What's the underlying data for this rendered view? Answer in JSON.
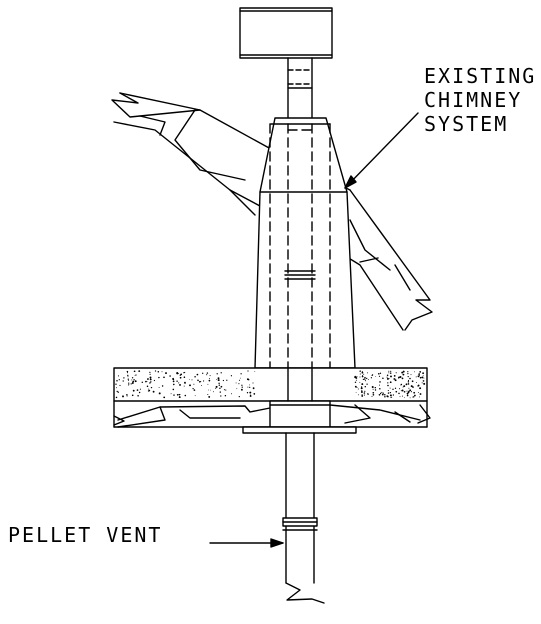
{
  "labels": {
    "existing_chimney": [
      "EXISTING",
      "CHIMNEY",
      "SYSTEM"
    ],
    "pellet_vent": "PELLET VENT"
  },
  "colors": {
    "line": "#000000",
    "background": "#ffffff"
  }
}
